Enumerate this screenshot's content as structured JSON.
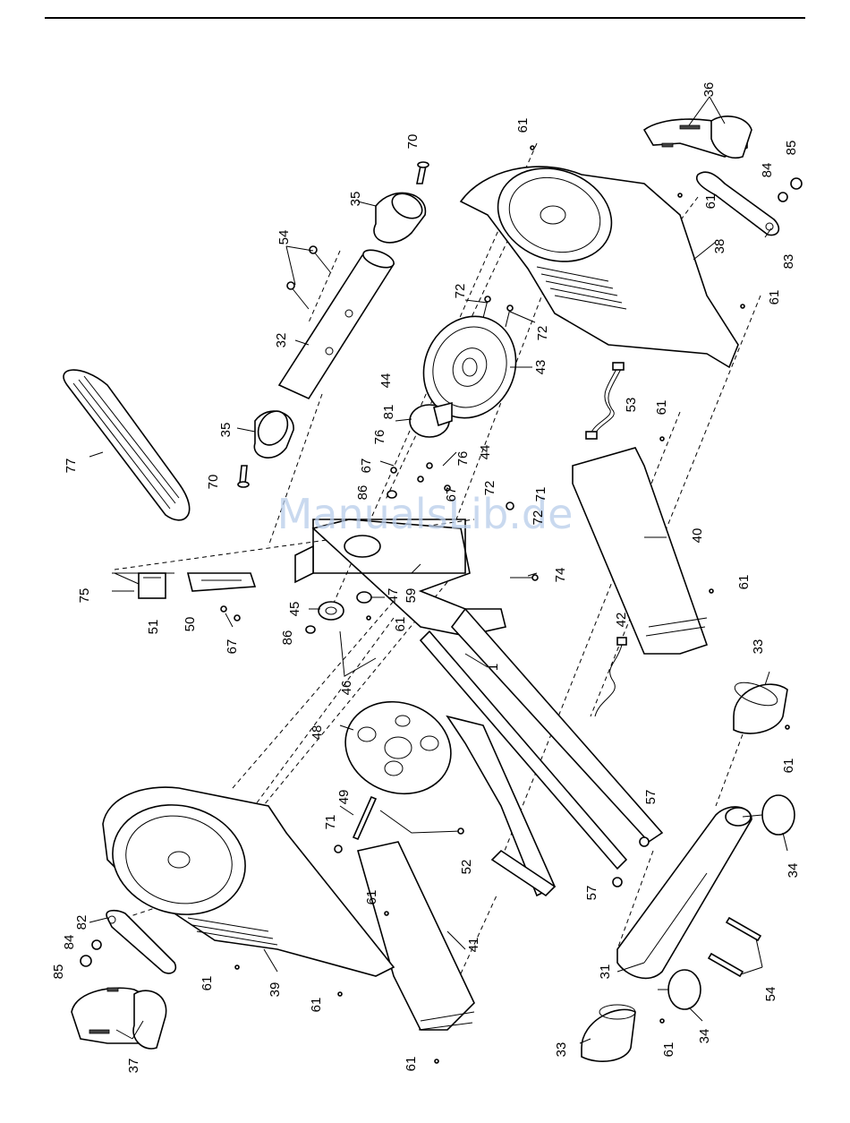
{
  "watermark": "ManualsLib.de",
  "callouts": [
    {
      "id": "c61a",
      "text": "61"
    },
    {
      "id": "c36",
      "text": "36"
    },
    {
      "id": "c85a",
      "text": "85"
    },
    {
      "id": "c84a",
      "text": "84"
    },
    {
      "id": "c61b",
      "text": "61"
    },
    {
      "id": "c70a",
      "text": "70"
    },
    {
      "id": "c35a",
      "text": "35"
    },
    {
      "id": "c54a",
      "text": "54"
    },
    {
      "id": "c38",
      "text": "38"
    },
    {
      "id": "c83",
      "text": "83"
    },
    {
      "id": "c61c",
      "text": "61"
    },
    {
      "id": "c32",
      "text": "32"
    },
    {
      "id": "c72a",
      "text": "72"
    },
    {
      "id": "c72b",
      "text": "72"
    },
    {
      "id": "c44a",
      "text": "44"
    },
    {
      "id": "c43",
      "text": "43"
    },
    {
      "id": "c53",
      "text": "53"
    },
    {
      "id": "c77",
      "text": "77"
    },
    {
      "id": "c35b",
      "text": "35"
    },
    {
      "id": "c81",
      "text": "81"
    },
    {
      "id": "c76a",
      "text": "76"
    },
    {
      "id": "c67a",
      "text": "67"
    },
    {
      "id": "c76b",
      "text": "76"
    },
    {
      "id": "c44b",
      "text": "44"
    },
    {
      "id": "c61d",
      "text": "61"
    },
    {
      "id": "c70b",
      "text": "70"
    },
    {
      "id": "c86a",
      "text": "86"
    },
    {
      "id": "c67b",
      "text": "67"
    },
    {
      "id": "c72c",
      "text": "72"
    },
    {
      "id": "c71a",
      "text": "71"
    },
    {
      "id": "c72d",
      "text": "72"
    },
    {
      "id": "c40",
      "text": "40"
    },
    {
      "id": "c75",
      "text": "75"
    },
    {
      "id": "c74",
      "text": "74"
    },
    {
      "id": "c61e",
      "text": "61"
    },
    {
      "id": "c45",
      "text": "45"
    },
    {
      "id": "c47",
      "text": "47"
    },
    {
      "id": "c59",
      "text": "59"
    },
    {
      "id": "c51",
      "text": "51"
    },
    {
      "id": "c50",
      "text": "50"
    },
    {
      "id": "c67c",
      "text": "67"
    },
    {
      "id": "c86b",
      "text": "86"
    },
    {
      "id": "c61f",
      "text": "61"
    },
    {
      "id": "c42",
      "text": "42"
    },
    {
      "id": "c1",
      "text": "1"
    },
    {
      "id": "c33a",
      "text": "33"
    },
    {
      "id": "c46",
      "text": "46"
    },
    {
      "id": "c48",
      "text": "48"
    },
    {
      "id": "c61g",
      "text": "61"
    },
    {
      "id": "c49",
      "text": "49"
    },
    {
      "id": "c57a",
      "text": "57"
    },
    {
      "id": "c71b",
      "text": "71"
    },
    {
      "id": "c52",
      "text": "52"
    },
    {
      "id": "c34a",
      "text": "34"
    },
    {
      "id": "c57b",
      "text": "57"
    },
    {
      "id": "c82",
      "text": "82"
    },
    {
      "id": "c61h",
      "text": "61"
    },
    {
      "id": "c84b",
      "text": "84"
    },
    {
      "id": "c41",
      "text": "41"
    },
    {
      "id": "c85b",
      "text": "85"
    },
    {
      "id": "c31",
      "text": "31"
    },
    {
      "id": "c61i",
      "text": "61"
    },
    {
      "id": "c39",
      "text": "39"
    },
    {
      "id": "c54b",
      "text": "54"
    },
    {
      "id": "c61j",
      "text": "61"
    },
    {
      "id": "c37",
      "text": "37"
    },
    {
      "id": "c34b",
      "text": "34"
    },
    {
      "id": "c33b",
      "text": "33"
    },
    {
      "id": "c61k",
      "text": "61"
    },
    {
      "id": "c61l",
      "text": "61"
    }
  ]
}
